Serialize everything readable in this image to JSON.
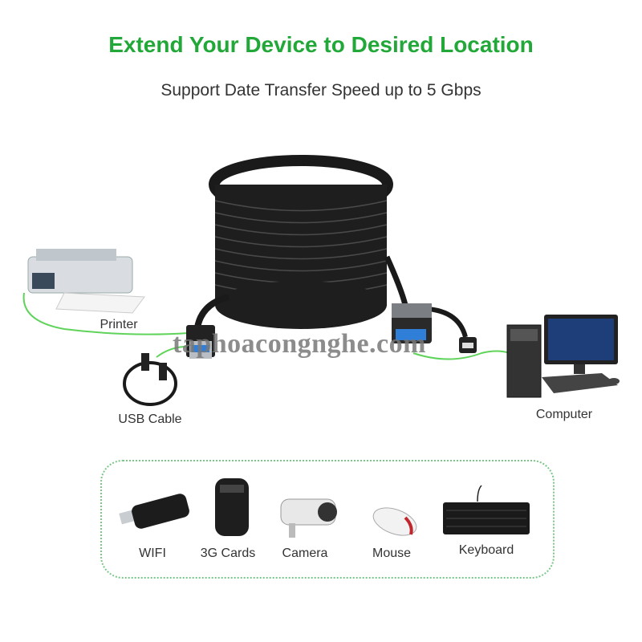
{
  "header": {
    "title": "Extend Your Device to Desired Location",
    "subtitle": "Support Date Transfer Speed up to 5 Gbps"
  },
  "colors": {
    "accent": "#22a838",
    "connection_line": "#5fd35a",
    "cable": "#1a1a1a",
    "usb3_blue": "#2f7fd8"
  },
  "devices": {
    "printer": "Printer",
    "usb_cable": "USB Cable",
    "computer": "Computer"
  },
  "compatible_devices": [
    {
      "label": "WIFI",
      "icon": "wifi-adapter-icon"
    },
    {
      "label": "3G Cards",
      "icon": "3g-card-icon"
    },
    {
      "label": "Camera",
      "icon": "security-camera-icon"
    },
    {
      "label": "Mouse",
      "icon": "mouse-icon"
    },
    {
      "label": "Keyboard",
      "icon": "keyboard-icon"
    }
  ],
  "watermark": "taphoacongnghe.com"
}
